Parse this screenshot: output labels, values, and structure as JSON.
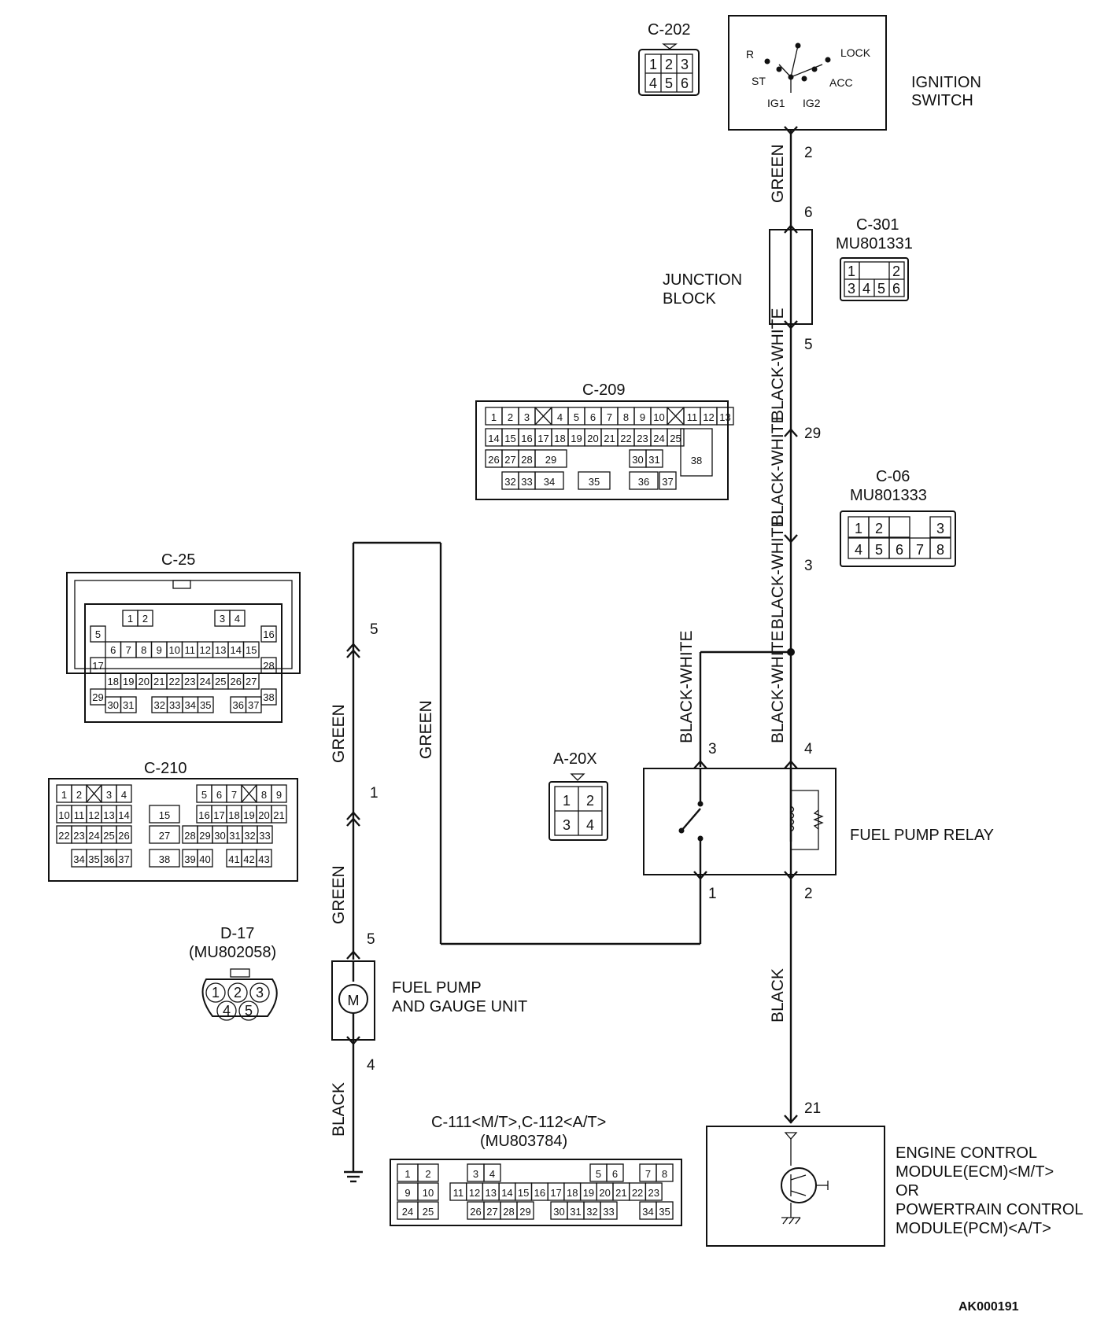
{
  "diagram_code": "AK000191",
  "components": {
    "ignition_switch": {
      "name_line1": "IGNITION",
      "name_line2": "SWITCH",
      "positions": [
        "R",
        "LOCK",
        "ST",
        "ACC",
        "IG1",
        "IG2"
      ]
    },
    "junction_block": {
      "name_line1": "JUNCTION",
      "name_line2": "BLOCK"
    },
    "fuel_pump_relay": {
      "name": "FUEL PUMP RELAY"
    },
    "fuel_pump": {
      "name_line1": "FUEL PUMP",
      "name_line2": "AND GAUGE UNIT",
      "symbol": "M"
    },
    "ecm": {
      "lines": [
        "ENGINE CONTROL",
        "MODULE(ECM)<M/T>",
        "OR",
        "POWERTRAIN CONTROL",
        "MODULE(PCM)<A/T>"
      ]
    }
  },
  "wires": {
    "ign_to_jb": "GREEN",
    "jb_to_c209": "BLACK-WHITE",
    "c209_to_c06": "BLACK-WHITE",
    "c06_to_splice": "BLACK-WHITE",
    "splice_to_relay3": "BLACK-WHITE",
    "splice_to_relay4": "BLACK-WHITE",
    "relay1_to_pump": "GREEN",
    "pump_upper": "GREEN",
    "pump_lower": "GREEN",
    "pump_ground": "BLACK",
    "relay2_to_ecm": "BLACK"
  },
  "pins": {
    "ign_2": "2",
    "jb_6": "6",
    "jb_5": "5",
    "c209_29": "29",
    "c06_3": "3",
    "relay_3": "3",
    "relay_4": "4",
    "relay_1": "1",
    "relay_2": "2",
    "pump_5_upper": "5",
    "pump_1": "1",
    "pump_5_lower": "5",
    "pump_4": "4",
    "ecm_21": "21"
  },
  "connectors": {
    "c202": {
      "name": "C-202",
      "rows": [
        [
          "1",
          "2",
          "3"
        ],
        [
          "4",
          "5",
          "6"
        ]
      ]
    },
    "c301": {
      "name": "C-301",
      "part": "MU801331",
      "rows": [
        [
          "1",
          "",
          "2"
        ],
        [
          "3",
          "4",
          "5",
          "6"
        ]
      ]
    },
    "c209": {
      "name": "C-209",
      "row1": [
        "1",
        "2",
        "3",
        "X",
        "4",
        "5",
        "6",
        "7",
        "8",
        "9",
        "10",
        "X",
        "11",
        "12",
        "13"
      ],
      "row2": [
        "14",
        "15",
        "16",
        "17",
        "18",
        "19",
        "20",
        "21",
        "22",
        "23",
        "24",
        "25"
      ],
      "row3": [
        "26",
        "27",
        "28",
        "29",
        "30",
        "31"
      ],
      "row4": [
        "32",
        "33",
        "34",
        "35",
        "36",
        "37"
      ],
      "side": "38"
    },
    "c06": {
      "name": "C-06",
      "part": "MU801333",
      "rows": [
        [
          "1",
          "2",
          "",
          "3"
        ],
        [
          "4",
          "5",
          "6",
          "7",
          "8"
        ]
      ]
    },
    "c25": {
      "name": "C-25",
      "row1": [
        "1",
        "2",
        "3",
        "4"
      ],
      "row2": [
        "5",
        "16"
      ],
      "row3": [
        "6",
        "7",
        "8",
        "9",
        "10",
        "11",
        "12",
        "13",
        "14",
        "15"
      ],
      "row4": [
        "17",
        "28"
      ],
      "row5": [
        "18",
        "19",
        "20",
        "21",
        "22",
        "23",
        "24",
        "25",
        "26",
        "27"
      ],
      "row6": [
        "29",
        "38"
      ],
      "row7": [
        "30",
        "31",
        "32",
        "33",
        "34",
        "35",
        "36",
        "37"
      ]
    },
    "c210": {
      "name": "C-210",
      "row1": [
        "1",
        "2",
        "X",
        "3",
        "4",
        "5",
        "6",
        "7",
        "X",
        "8",
        "9"
      ],
      "row2": [
        "10",
        "11",
        "12",
        "13",
        "14",
        "15",
        "16",
        "17",
        "18",
        "19",
        "20",
        "21"
      ],
      "row3": [
        "22",
        "23",
        "24",
        "25",
        "26",
        "27",
        "28",
        "29",
        "30",
        "31",
        "32",
        "33"
      ],
      "row4": [
        "34",
        "35",
        "36",
        "37",
        "38",
        "39",
        "40",
        "41",
        "42",
        "43"
      ]
    },
    "a20x": {
      "name": "A-20X",
      "rows": [
        [
          "1",
          "2"
        ],
        [
          "3",
          "4"
        ]
      ]
    },
    "d17": {
      "name": "D-17",
      "part": "(MU802058)",
      "pins": [
        "1",
        "2",
        "3",
        "4",
        "5"
      ]
    },
    "c111": {
      "name": "C-111<M/T>,C-112<A/T>",
      "part": "(MU803784)",
      "row1": [
        "1",
        "2",
        "3",
        "4",
        "5",
        "6",
        "7",
        "8"
      ],
      "row2": [
        "9",
        "10",
        "11",
        "12",
        "13",
        "14",
        "15",
        "16",
        "17",
        "18",
        "19",
        "20",
        "21",
        "22",
        "23"
      ],
      "row3": [
        "24",
        "25",
        "26",
        "27",
        "28",
        "29",
        "30",
        "31",
        "32",
        "33",
        "34",
        "35"
      ]
    }
  }
}
